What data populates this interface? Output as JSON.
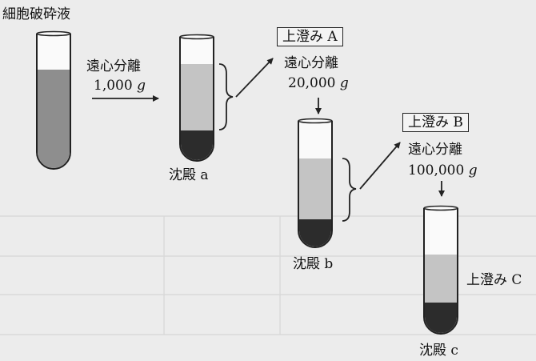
{
  "labels": {
    "cell_lysate": "細胞破砕液",
    "step1_method": "遠心分離",
    "step1_force": "1,000",
    "step2_method": "遠心分離",
    "step2_force": "20,000",
    "step3_method": "遠心分離",
    "step3_force": "100,000",
    "g_unit": "g",
    "supernatant_a": "上澄み A",
    "supernatant_b": "上澄み B",
    "supernatant_c": "上澄み C",
    "pellet_a": "沈殿 a",
    "pellet_b": "沈殿 b",
    "pellet_c": "沈殿 c"
  },
  "colors": {
    "background": "#ececec",
    "liquid_dark": "#8e8e8e",
    "supernatant": "#c4c4c4",
    "pellet": "#2c2c2c",
    "outline": "#222222"
  }
}
